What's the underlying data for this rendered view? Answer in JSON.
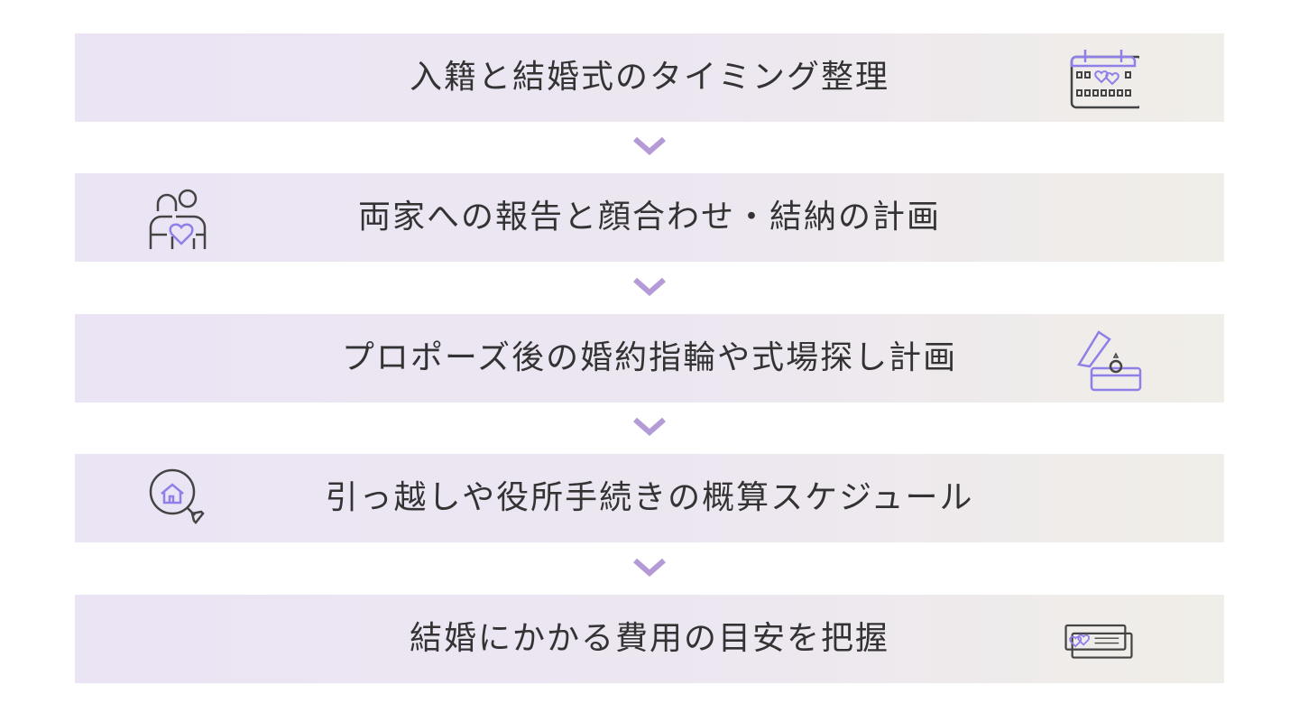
{
  "steps": [
    {
      "label": "入籍と結婚式のタイミング整理",
      "icon": "calendar-hearts-icon"
    },
    {
      "label": "両家への報告と顔合わせ・結納の計画",
      "icon": "couple-heart-icon"
    },
    {
      "label": "プロポーズ後の婚約指輪や式場探し計画",
      "icon": "ring-box-icon"
    },
    {
      "label": "引っ越しや役所手続きの概算スケジュール",
      "icon": "house-search-icon"
    },
    {
      "label": "結婚にかかる費用の目安を把握",
      "icon": "money-bills-icon"
    }
  ],
  "colors": {
    "accent": "#8f7fe8",
    "chevron": "#b49ad6",
    "text": "#333333"
  }
}
